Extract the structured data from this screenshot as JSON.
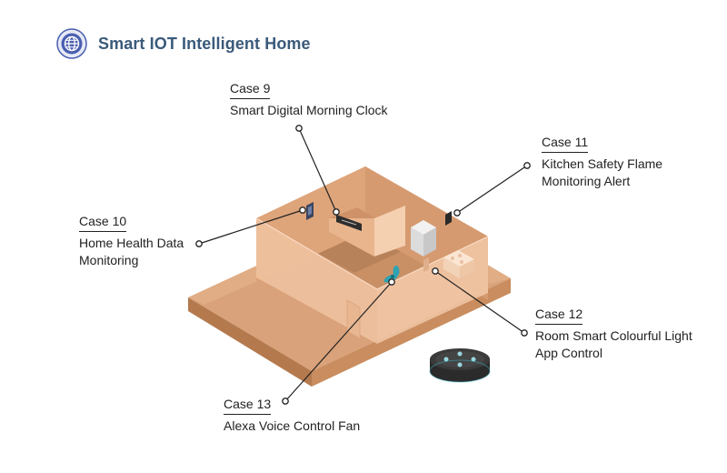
{
  "header": {
    "title": "Smart IOT Intelligent Home",
    "icon": "globe-icon"
  },
  "colors": {
    "title": "#3a5a7a",
    "icon_ring": "#4a5fb0",
    "wall_light": "#f2c4a2",
    "floor": "#c28a5e",
    "speaker": "#3a3a3a",
    "speaker_ring": "#3fb8c8"
  },
  "cases": [
    {
      "id": "case9",
      "case_label": "Case 9",
      "description": "Smart Digital Morning Clock"
    },
    {
      "id": "case11",
      "case_label": "Case 11",
      "description": "Kitchen Safety Flame Monitoring Alert"
    },
    {
      "id": "case10",
      "case_label": "Case 10",
      "description": "Home Health Data Monitoring"
    },
    {
      "id": "case12",
      "case_label": "Case 12",
      "description": "Room Smart Colourful Light App Control"
    },
    {
      "id": "case13",
      "case_label": "Case 13",
      "description": "Alexa Voice Control Fan"
    }
  ]
}
